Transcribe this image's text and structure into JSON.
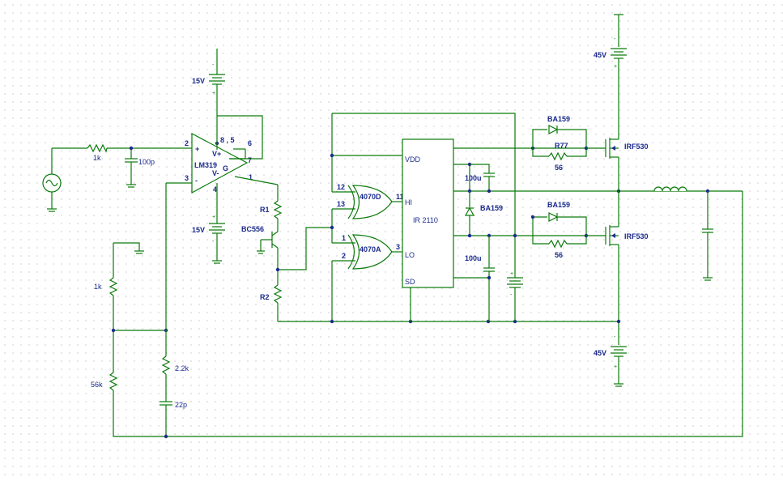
{
  "components": {
    "input_resistor": "1k",
    "input_cap": "100p",
    "supply_top": "15V",
    "supply_bottom": "15V",
    "comparator": "LM319",
    "comp_pin_2": "2",
    "comp_pin_3": "3",
    "comp_pin_85": "8 , 5",
    "comp_pin_6": "6",
    "comp_pin_7": "7",
    "comp_pin_4": "4",
    "comp_pin_1": "1",
    "comp_vplus": "V+",
    "comp_vminus": "V-",
    "comp_g": "G",
    "comp_plus": "+",
    "comp_minus": "-",
    "r1": "R1",
    "r2": "R2",
    "transistor": "BC556",
    "div_top": "1k",
    "div_bottom": "56k",
    "fb_res": "2.2k",
    "fb_cap": "22p",
    "gate_d": "4070D",
    "gate_a": "4070A",
    "gate_pin_12": "12",
    "gate_pin_13": "13",
    "gate_pin_11": "11",
    "gate_pin_1": "1",
    "gate_pin_2": "2",
    "gate_pin_3": "3",
    "driver": "IR 2110",
    "drv_vdd": "VDD",
    "drv_hi": "HI",
    "drv_lo": "LO",
    "drv_sd": "SD",
    "boot_cap_top": "100u",
    "boot_cap_bottom": "100u",
    "boot_diode": "BA159",
    "hs_diode": "BA159",
    "hs_res_label": "R77",
    "hs_res_value": "56",
    "hs_mosfet": "IRF530",
    "ls_diode": "BA159",
    "ls_res_value": "56",
    "ls_mosfet": "IRF530",
    "supply_hv_top": "45V",
    "supply_hv_bottom": "45V"
  }
}
